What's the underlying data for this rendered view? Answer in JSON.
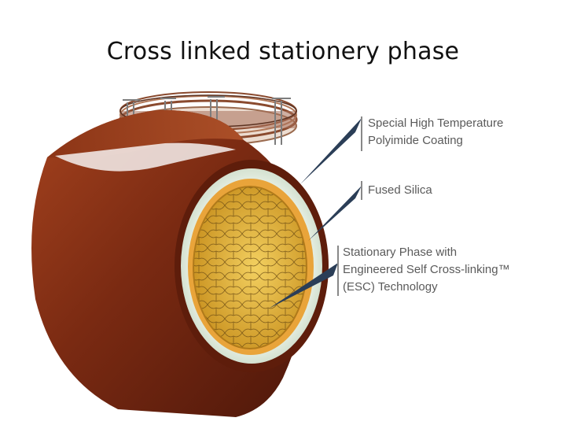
{
  "title": "Cross linked stationery phase",
  "callouts": {
    "coating": [
      "Special High Temperature",
      "Polyimide Coating"
    ],
    "silica": [
      "Fused Silica"
    ],
    "phase": [
      "Stationary Phase with",
      "Engineered Self Cross-linking™",
      "(ESC) Technology"
    ]
  },
  "colors": {
    "tube_outer": "#7a2a12",
    "fused_silica_ring": "#dfe9de",
    "orange_band": "#e9a43a",
    "stationary_phase": "#e0b23a",
    "callout_pointer": "#2b3e57"
  }
}
